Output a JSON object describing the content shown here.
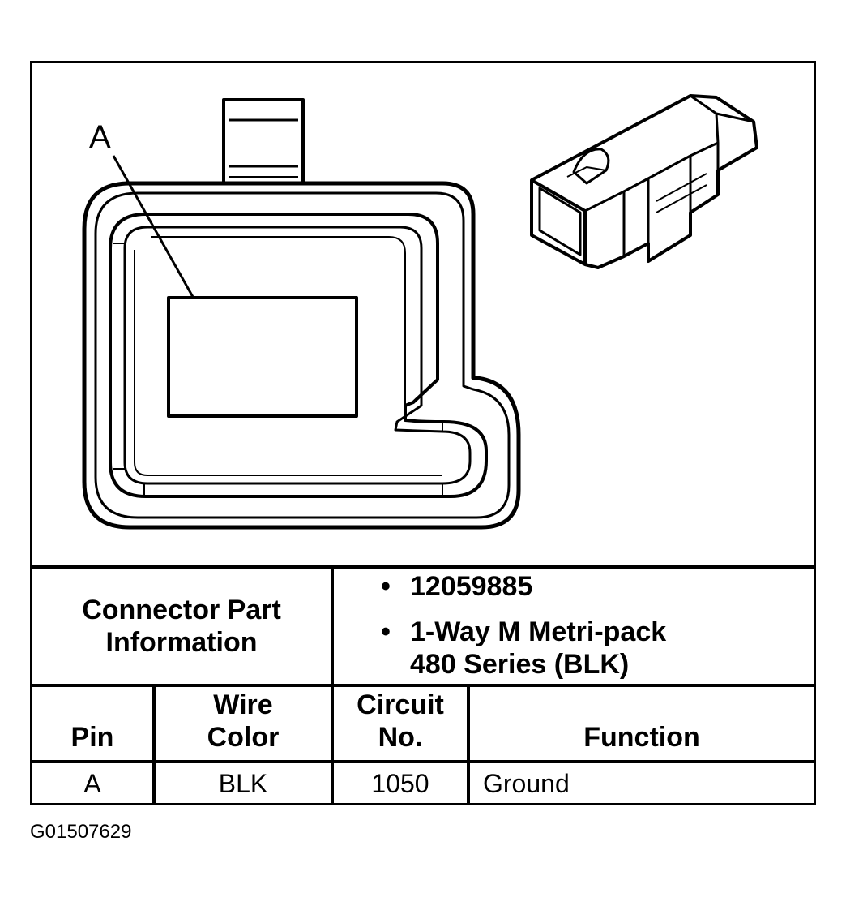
{
  "diagram": {
    "callout_label": "A"
  },
  "connector_info": {
    "label": "Connector Part Information",
    "items": [
      "12059885",
      "1-Way M Metri-pack\n480 Series (BLK)"
    ]
  },
  "table": {
    "headers": {
      "pin": "Pin",
      "wire_color": "Wire Color",
      "circuit_no": "Circuit No.",
      "function": "Function"
    },
    "rows": [
      {
        "pin": "A",
        "wire_color": "BLK",
        "circuit_no": "1050",
        "function": "Ground"
      }
    ]
  },
  "figure_id": "G01507629"
}
